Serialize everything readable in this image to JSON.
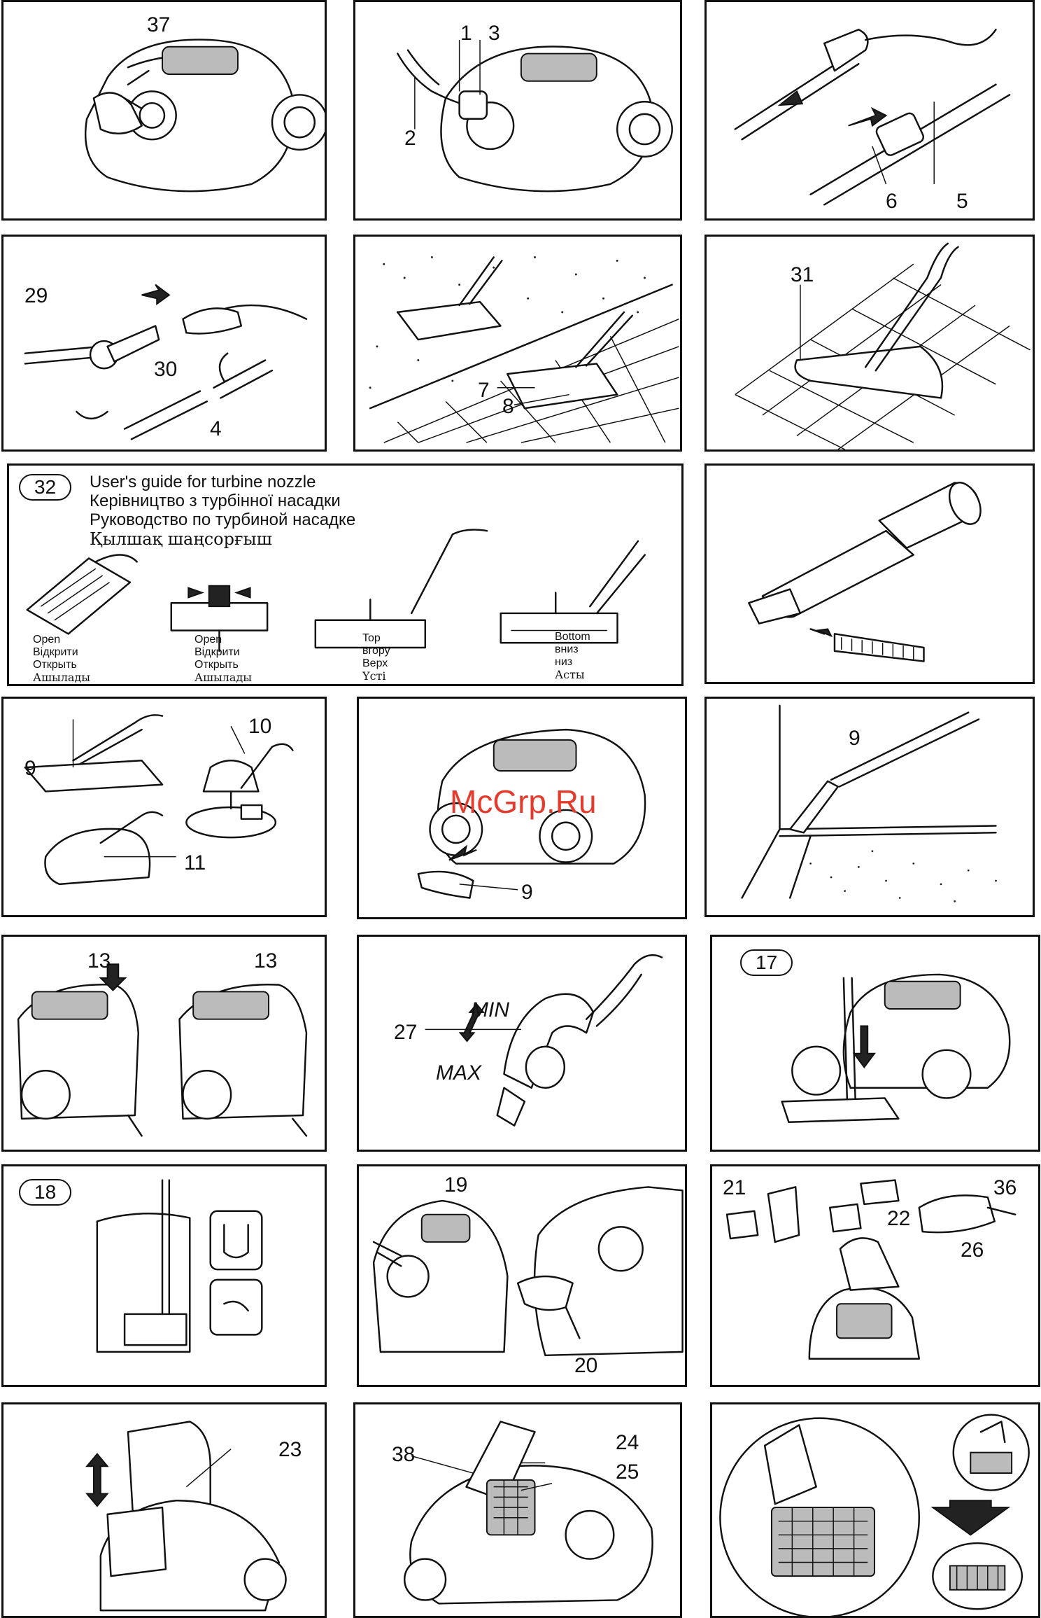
{
  "row1": {
    "p1_label_37": "37",
    "p2_label_1": "1",
    "p2_label_3": "3",
    "p2_label_2": "2",
    "p3_label_6": "6",
    "p3_label_5": "5"
  },
  "row2": {
    "p4_label_29": "29",
    "p4_label_30": "30",
    "p4_label_4": "4",
    "p5_label_7": "7",
    "p5_label_8": "8",
    "p6_label_31": "31"
  },
  "turbine": {
    "badge": "32",
    "title_en": "User's guide for turbine nozzle",
    "title_uk": "Керівництво з турбінної насадки",
    "title_ru": "Руководство по турбиной насадке",
    "title_kk": "Қылшақ шаңсорғыш",
    "steps": [
      {
        "en": "Open",
        "uk": "Відкрити",
        "ru": "Открыть",
        "kk": "Ашылады"
      },
      {
        "en": "Open",
        "uk": "Відкрити",
        "ru": "Открыть",
        "kk": "Ашылады"
      },
      {
        "en": "Top",
        "uk": "вгору",
        "ru": "Верх",
        "kk": "Үсті"
      },
      {
        "en": "Bottom",
        "uk": "вниз",
        "ru": "низ",
        "kk": "Асты"
      }
    ]
  },
  "row4": {
    "p9_label_9": "9",
    "p9_label_10": "10",
    "p9_label_11": "11",
    "p10_label_9": "9",
    "watermark": "McGrp.Ru",
    "p11_label_9": "9"
  },
  "row5": {
    "p12_label_13a": "13",
    "p12_label_13b": "13",
    "p13_label_27": "27",
    "p13_min": "MIN",
    "p13_max": "MAX",
    "p14_badge": "17"
  },
  "row6": {
    "p15_badge": "18",
    "p16_label_19": "19",
    "p16_label_20": "20",
    "p17_label_21": "21",
    "p17_label_22": "22",
    "p17_label_36": "36",
    "p17_label_26": "26"
  },
  "row7": {
    "p18_label_23": "23",
    "p19_label_38": "38",
    "p19_label_24": "24",
    "p19_label_25": "25"
  }
}
